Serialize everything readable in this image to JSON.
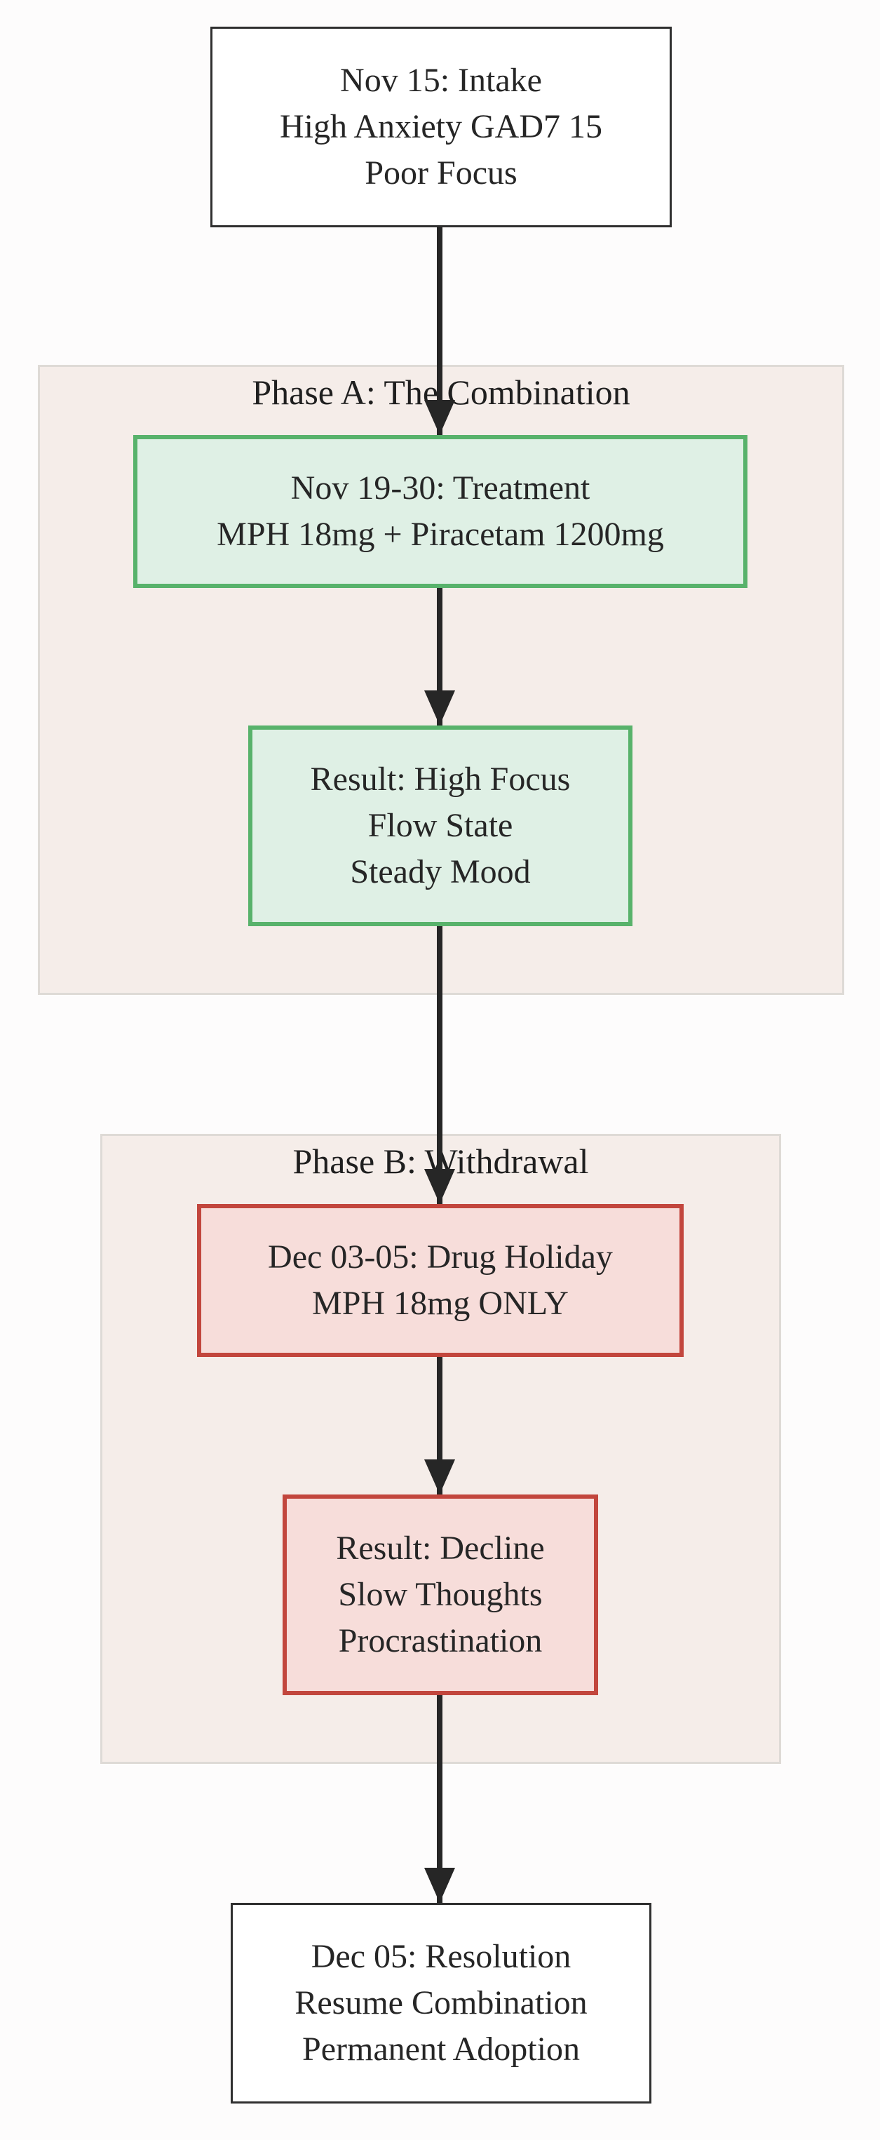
{
  "groups": {
    "phase_a": {
      "title": "Phase A: The Combination"
    },
    "phase_b": {
      "title": "Phase B: Withdrawal"
    }
  },
  "nodes": {
    "intake": {
      "lines": [
        "Nov 15: Intake",
        "High Anxiety GAD7 15",
        "Poor Focus"
      ]
    },
    "treatment": {
      "lines": [
        "Nov 19-30: Treatment",
        "MPH 18mg + Piracetam 1200mg"
      ]
    },
    "result_a": {
      "lines": [
        "Result: High Focus",
        "Flow State",
        "Steady Mood"
      ]
    },
    "holiday": {
      "lines": [
        "Dec 03-05: Drug Holiday",
        "MPH 18mg ONLY"
      ]
    },
    "result_b": {
      "lines": [
        "Result: Decline",
        "Slow Thoughts",
        "Procrastination"
      ]
    },
    "resolution": {
      "lines": [
        "Dec 05: Resolution",
        "Resume Combination",
        "Permanent Adoption"
      ]
    }
  },
  "edges": [
    {
      "from": "intake",
      "to": "treatment"
    },
    {
      "from": "treatment",
      "to": "result_a"
    },
    {
      "from": "result_a",
      "to": "holiday"
    },
    {
      "from": "holiday",
      "to": "result_b"
    },
    {
      "from": "result_b",
      "to": "resolution"
    }
  ],
  "colors": {
    "edge": "#262626",
    "group_fill": "#f5ede9",
    "green_fill": "#dff0e5",
    "green_border": "#58b26b",
    "red_fill": "#f7ddda",
    "red_border": "#c2463d"
  }
}
